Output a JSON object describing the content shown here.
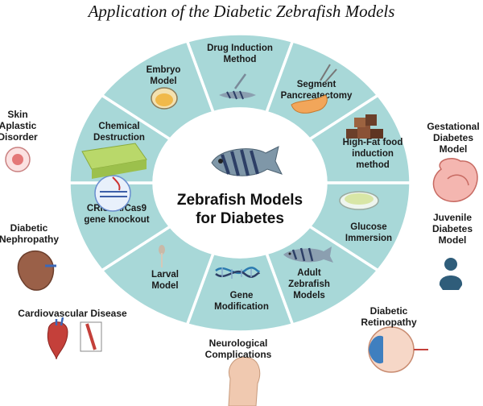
{
  "title": "Application of the Diabetic Zebrafish Models",
  "center": {
    "line1": "Zebrafish Models",
    "line2": "for Diabetes"
  },
  "segments": [
    {
      "name": "drug-induction",
      "lines": [
        "Drug Induction",
        "Method"
      ]
    },
    {
      "name": "segment-pancreatectomy",
      "lines": [
        "Segment",
        "Pancreatectomy"
      ]
    },
    {
      "name": "high-fat-food",
      "lines": [
        "High-Fat food",
        "induction",
        "method"
      ]
    },
    {
      "name": "glucose-immersion",
      "lines": [
        "Glucose",
        "Immersion"
      ]
    },
    {
      "name": "adult-zebrafish",
      "lines": [
        "Adult",
        "Zebrafish",
        "Models"
      ]
    },
    {
      "name": "gene-modification",
      "lines": [
        "Gene",
        "Modification"
      ]
    },
    {
      "name": "larval-model",
      "lines": [
        "Larval",
        "Model"
      ]
    },
    {
      "name": "crispr-cas9",
      "lines": [
        "CRISPR/Cas9",
        "gene knockout"
      ]
    },
    {
      "name": "chemical-destruction",
      "lines": [
        "Chemical",
        "Destruction"
      ]
    },
    {
      "name": "embryo-model",
      "lines": [
        "Embryo",
        "Model"
      ]
    }
  ],
  "outer": [
    {
      "name": "skin-aplastic-disorder",
      "lines": [
        "Skin",
        "Aplastic",
        "Disorder"
      ]
    },
    {
      "name": "gestational-diabetes",
      "lines": [
        "Gestational",
        "Diabetes",
        "Model"
      ]
    },
    {
      "name": "diabetic-nephropathy",
      "lines": [
        "Diabetic",
        "Nephropathy"
      ]
    },
    {
      "name": "juvenile-diabetes",
      "lines": [
        "Juvenile",
        "Diabetes",
        "Model"
      ]
    },
    {
      "name": "cardiovascular-disease",
      "lines": [
        "Cardiovascular Disease"
      ]
    },
    {
      "name": "diabetic-retinopathy",
      "lines": [
        "Diabetic",
        "Retinopathy"
      ]
    },
    {
      "name": "neurological-complications",
      "lines": [
        "Neurological",
        "Complications"
      ]
    }
  ],
  "colors": {
    "segment": "#a8d8d8",
    "border": "#ffffff",
    "text": "#1a1a1a"
  },
  "icons": [
    "fish-icon",
    "syringe-icon",
    "pancreas-icon",
    "food-blocks-icon",
    "petri-dish-icon",
    "dna-icon",
    "larva-icon",
    "plasmid-icon",
    "sponge-icon",
    "embryo-icon",
    "skin-cell-icon",
    "uterus-icon",
    "kidney-icon",
    "person-icon",
    "heart-icon",
    "eye-icon",
    "head-icon"
  ]
}
